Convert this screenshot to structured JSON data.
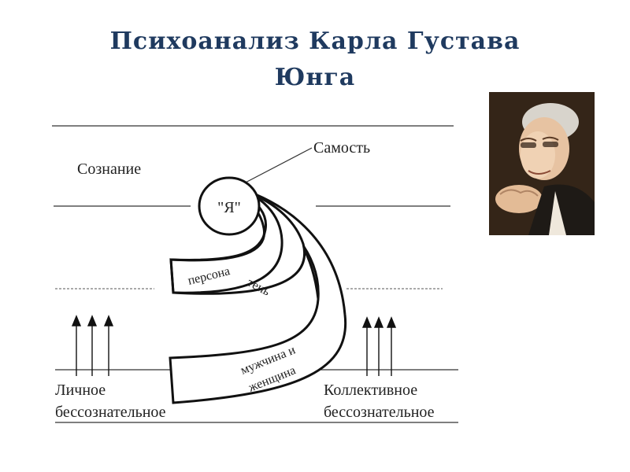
{
  "title": {
    "line1": "Психоанализ Карла Густава",
    "line2": "Юнга"
  },
  "diagram": {
    "labels": {
      "self": "Самость",
      "consciousness": "Сознание",
      "ego": "\"Я\"",
      "persona": "персона",
      "shadow": "тень",
      "anima_animus_line1": "мужчина и",
      "anima_animus_line2": "женщина",
      "personal_line1": "Личное",
      "personal_line2": "бессознательное",
      "collective_line1": "Коллективное",
      "collective_line2": "бессознательное"
    }
  },
  "portrait": {
    "icon": "portrait-photo"
  }
}
